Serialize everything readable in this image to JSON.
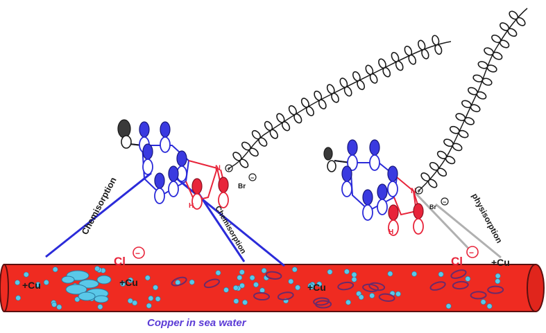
{
  "labels": {
    "cu_left": "+Cu",
    "cu_mid": "+Cu",
    "cu_center": "+Cu",
    "cu_right": "+Cu",
    "chloride_left": "Cl",
    "chloride_right": "Cl",
    "charge_minus": "−",
    "bromide_left": "Br",
    "bromide_right": "Br",
    "nitrogen": "N",
    "hydrogen": "H",
    "chemisorption_left": "Chemisorption",
    "chemisorption_right": "Chemisorption",
    "physisorption": "physisorption",
    "caption": "Copper in sea water"
  },
  "colors": {
    "copper_pipe": "#ef2b21",
    "pipe_outline": "#5a1010",
    "ring_blue": "#2b2bd9",
    "ring_red": "#e8243a",
    "chain_black": "#1a1a1a",
    "ion_cyan": "#5ac8e8",
    "particle_purple": "#6a2a6a",
    "caption_purple": "#5b3bd6",
    "physi_gray": "#b0b0b0"
  }
}
